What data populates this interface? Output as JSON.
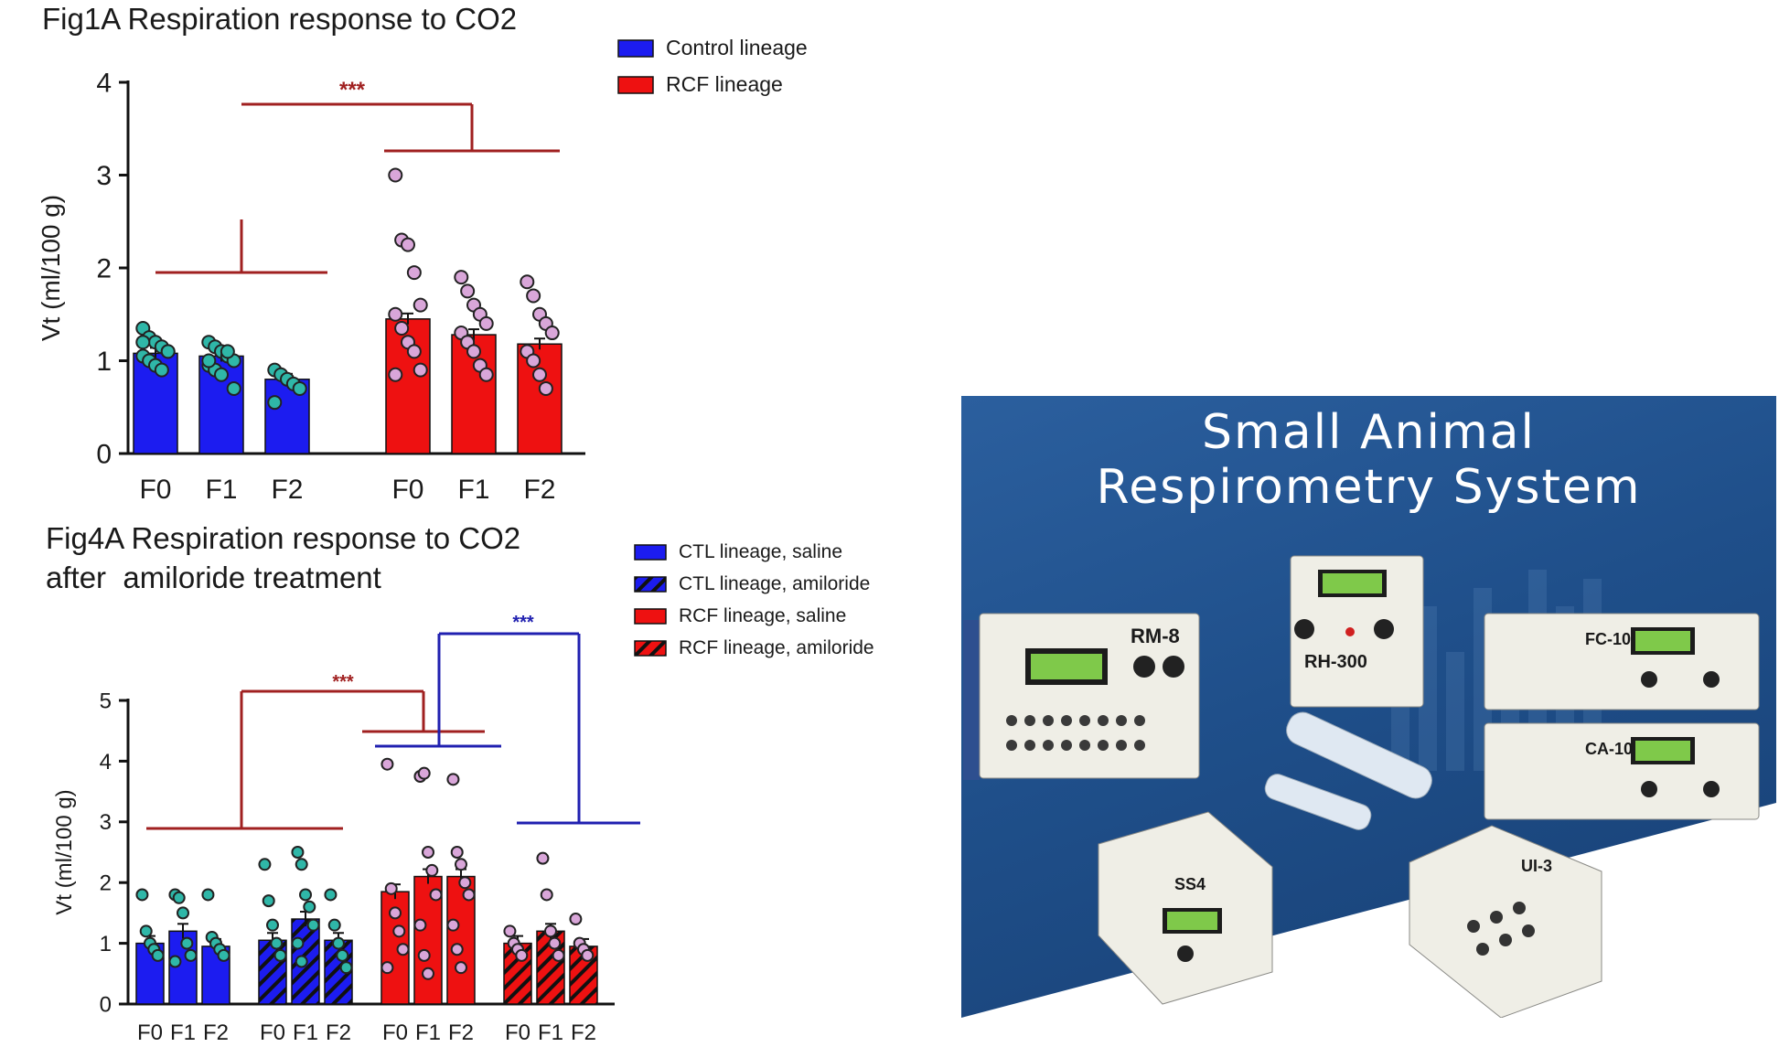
{
  "chart_data": [
    {
      "type": "bar",
      "title": "Fig1A Respiration response to CO2",
      "ylabel": "Vt (ml/100 g)",
      "xlabel": "",
      "ylim": [
        0,
        4
      ],
      "yticks": [
        0,
        1,
        2,
        3,
        4
      ],
      "categories": [
        "F0",
        "F1",
        "F2",
        "F0",
        "F1",
        "F2"
      ],
      "legend": "top-right",
      "series": [
        {
          "name": "Control lineage",
          "color": "#1c1cf0",
          "pattern": "solid",
          "values": [
            1.08,
            1.05,
            0.8
          ],
          "points": [
            [
              1.35,
              1.25,
              1.2,
              1.15,
              1.1,
              1.05,
              1.0,
              0.95,
              0.9,
              1.1,
              1.2
            ],
            [
              1.2,
              1.15,
              1.1,
              1.05,
              1.0,
              0.95,
              0.9,
              0.85,
              1.1,
              0.7,
              1.0
            ],
            [
              0.9,
              0.85,
              0.8,
              0.75,
              0.7,
              0.55
            ]
          ]
        },
        {
          "name": "RCF lineage",
          "color": "#ee1111",
          "pattern": "solid",
          "values": [
            1.45,
            1.28,
            1.18
          ],
          "points": [
            [
              3.0,
              2.3,
              2.25,
              1.95,
              1.6,
              1.5,
              1.35,
              1.2,
              1.1,
              0.9,
              0.85
            ],
            [
              1.9,
              1.75,
              1.6,
              1.5,
              1.4,
              1.3,
              1.2,
              1.1,
              0.95,
              0.85
            ],
            [
              1.85,
              1.7,
              1.5,
              1.4,
              1.3,
              1.1,
              1.0,
              0.85,
              0.7
            ]
          ]
        }
      ],
      "significance": [
        {
          "label": "***",
          "color": "#a02020"
        }
      ]
    },
    {
      "type": "bar",
      "title": "Fig4A Respiration response to CO2",
      "subtitle": "after  amiloride treatment",
      "ylabel": "Vt (ml/100 g)",
      "xlabel": "",
      "ylim": [
        0,
        5
      ],
      "yticks": [
        0,
        1,
        2,
        3,
        4,
        5
      ],
      "categories": [
        "F0",
        "F1",
        "F2",
        "F0",
        "F1",
        "F2",
        "F0",
        "F1",
        "F2",
        "F0",
        "F1",
        "F2"
      ],
      "legend": "top-right",
      "series": [
        {
          "name": "CTL lineage, saline",
          "color": "#1c1cf0",
          "pattern": "solid",
          "values": [
            1.0,
            1.2,
            0.95
          ],
          "points": [
            [
              1.8,
              1.2,
              1.0,
              0.9,
              0.8
            ],
            [
              1.8,
              1.75,
              1.5,
              1.0,
              0.8,
              0.7
            ],
            [
              1.8,
              1.1,
              1.0,
              0.9,
              0.8
            ]
          ]
        },
        {
          "name": "CTL lineage, amiloride",
          "color": "#1c1cf0",
          "pattern": "hatched",
          "values": [
            1.05,
            1.4,
            1.05
          ],
          "points": [
            [
              2.3,
              1.7,
              1.3,
              1.0,
              0.8
            ],
            [
              2.5,
              2.3,
              1.8,
              1.6,
              1.3,
              1.0,
              0.7
            ],
            [
              1.8,
              1.3,
              1.0,
              0.8,
              0.6
            ]
          ]
        },
        {
          "name": "RCF lineage, saline",
          "color": "#ee1111",
          "pattern": "solid",
          "values": [
            1.85,
            2.1,
            2.1
          ],
          "points": [
            [
              3.95,
              1.9,
              1.5,
              1.2,
              0.9,
              0.6
            ],
            [
              3.75,
              3.8,
              2.5,
              2.2,
              1.8,
              1.3,
              0.8,
              0.5
            ],
            [
              3.7,
              2.5,
              2.3,
              2.0,
              1.8,
              1.3,
              0.9,
              0.6
            ]
          ]
        },
        {
          "name": "RCF lineage, amiloride",
          "color": "#ee1111",
          "pattern": "hatched",
          "values": [
            1.0,
            1.2,
            0.95
          ],
          "points": [
            [
              1.2,
              1.0,
              0.9,
              0.8
            ],
            [
              2.4,
              1.8,
              1.2,
              1.0,
              0.8
            ],
            [
              1.4,
              1.0,
              0.9,
              0.8
            ]
          ]
        }
      ],
      "significance": [
        {
          "label": "***",
          "color": "#a02020"
        },
        {
          "label": "***",
          "color": "#2020b0"
        }
      ]
    }
  ],
  "ad": {
    "title_line1": "Small Animal",
    "title_line2": "Respirometry System",
    "devices": [
      {
        "label": "RM-8"
      },
      {
        "label": "RH-300"
      },
      {
        "label": "FC-10"
      },
      {
        "label": "CA-10"
      },
      {
        "label": "SS4"
      },
      {
        "label": "UI-3"
      }
    ]
  }
}
